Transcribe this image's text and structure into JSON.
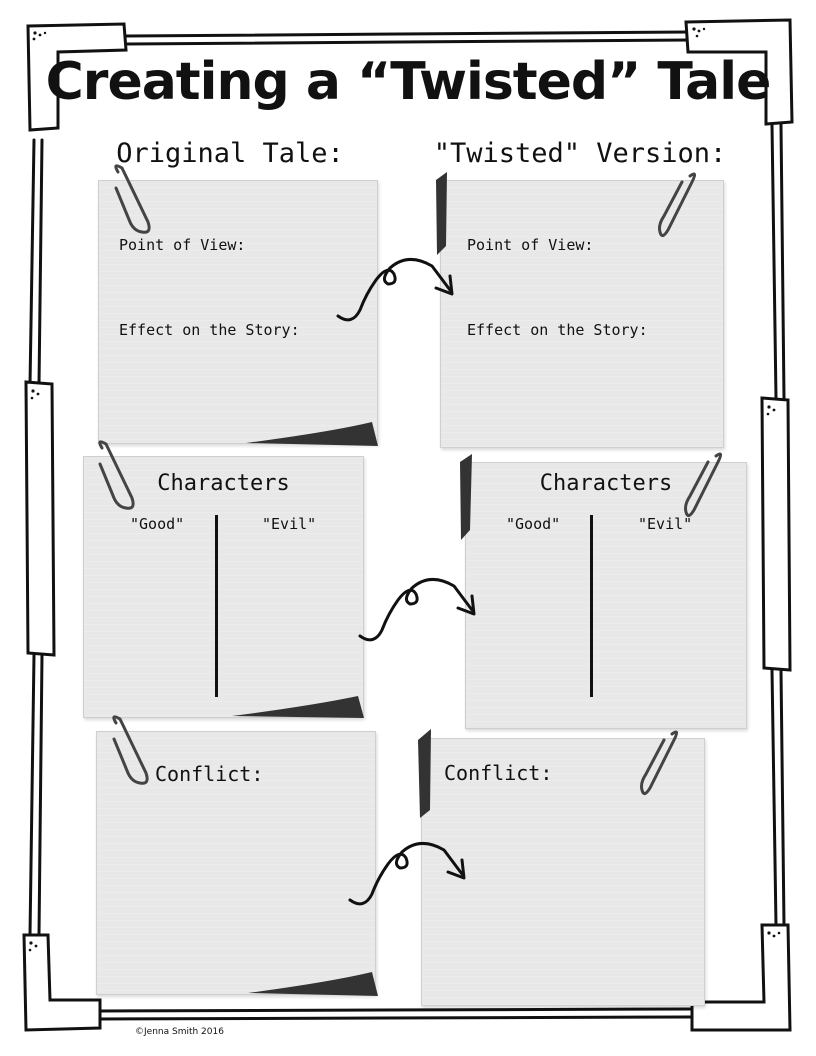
{
  "title": "Creating a “Twisted” Tale",
  "columns": {
    "original": "Original Tale:",
    "twisted": "\"Twisted\" Version:"
  },
  "rows": {
    "pov": {
      "point_of_view": "Point of View:",
      "effect": "Effect on the Story:"
    },
    "characters": {
      "heading": "Characters",
      "good": "\"Good\"",
      "evil": "\"Evil\""
    },
    "conflict": {
      "heading": "Conflict:"
    }
  },
  "footer": {
    "copyright": "©Jenna Smith 2016"
  },
  "icons": {
    "paperclip": "paperclip-icon",
    "arrow": "curly-arrow-icon"
  },
  "colors": {
    "paper": "#e8e8e8",
    "ink": "#111111",
    "shadow": "#333333"
  }
}
